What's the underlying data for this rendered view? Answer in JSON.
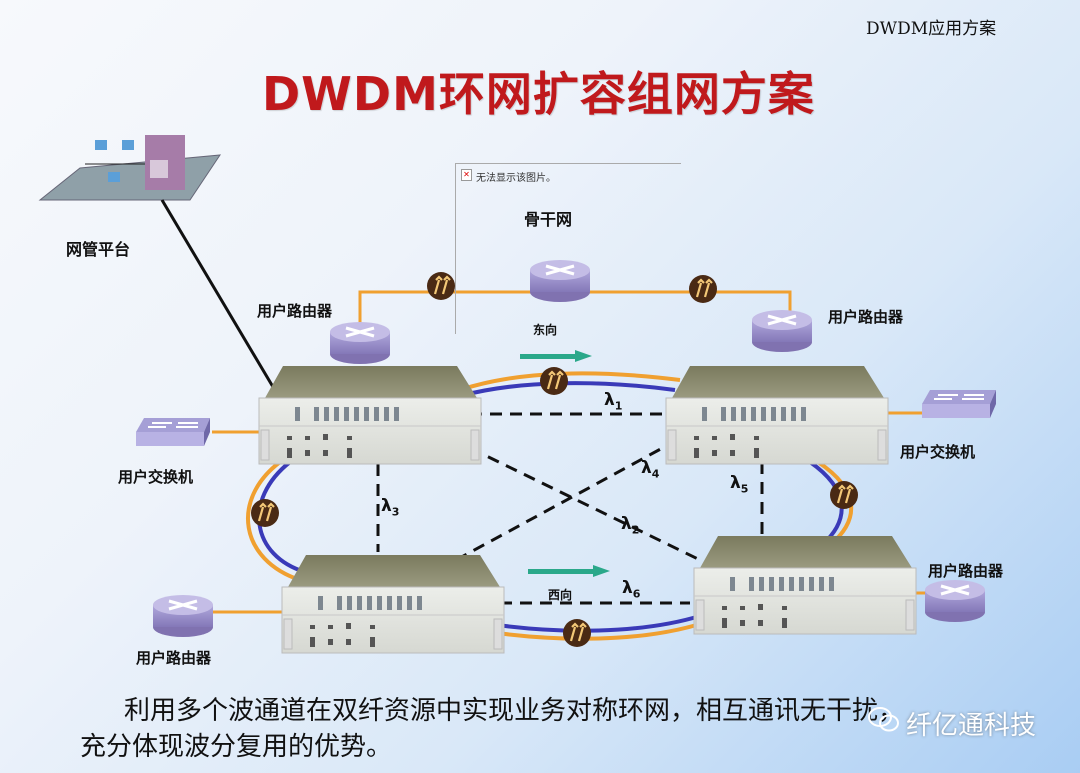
{
  "header": {
    "label": "DWDM应用方案"
  },
  "title": "DWDM环网扩容组网方案",
  "broken_image": {
    "text": "无法显示该图片。"
  },
  "labels": {
    "nms": "网管平台",
    "backbone": "骨干网",
    "east": "东向",
    "west": "西向",
    "router_top_left": "用户路由器",
    "router_top_right": "用户路由器",
    "router_bottom_left": "用户路由器",
    "router_bottom_right": "用户路由器",
    "switch_left": "用户交换机",
    "switch_right": "用户交换机"
  },
  "wavelengths": {
    "l1": {
      "sym": "λ",
      "sub": "1"
    },
    "l2": {
      "sym": "λ",
      "sub": "2"
    },
    "l3": {
      "sym": "λ",
      "sub": "3"
    },
    "l4": {
      "sym": "λ",
      "sub": "4"
    },
    "l5": {
      "sym": "λ",
      "sub": "5"
    },
    "l6": {
      "sym": "λ",
      "sub": "6"
    }
  },
  "colors": {
    "title": "#c0191c",
    "fiber_orange": "#f0a030",
    "fiber_blue": "#3a3ab8",
    "arrow_teal": "#2aa88a",
    "router": "#9a8fc8",
    "amp": "#4a2a14"
  },
  "footer": {
    "line1": "利用多个波通道在双纤资源中实现业务对称环网，相互通讯无干扰，",
    "line2": "充分体现波分复用的优势。"
  },
  "watermark": "纤亿通科技"
}
